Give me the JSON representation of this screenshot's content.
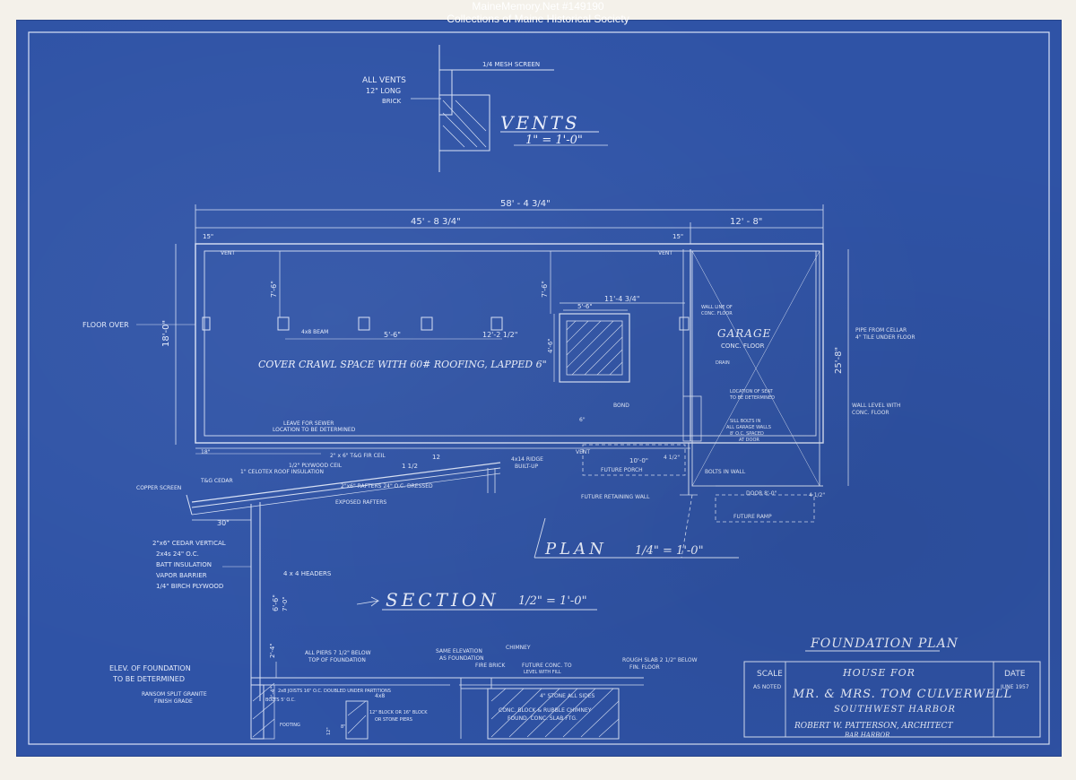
{
  "credit": {
    "line1": "MaineMemory.Net #149190",
    "line2": "Collections of Maine Historical Society"
  },
  "colors": {
    "sheet": "#2f53a6",
    "ink": "#d9e2f6",
    "paper": "#f4f1ea",
    "pencil": "#d8b35a"
  },
  "vents": {
    "title": "VENTS",
    "scale": "1\" = 1'-0\"",
    "note_all_vents": "ALL VENTS",
    "note_size": "12\" LONG",
    "note_brick": "BRICK",
    "note_screen": "1/4 MESH SCREEN"
  },
  "plan": {
    "title": "PLAN",
    "scale": "1/4\" = 1'-0\"",
    "dim_overall": "58' - 4 3/4\"",
    "dim_house": "45' - 8 3/4\"",
    "dim_garage": "12' - 8\"",
    "dim_depth": "18'-0\"",
    "dim_garage_depth": "25'-8\"",
    "dim_15_left": "15\"",
    "dim_15_right": "15\"",
    "dim_chimney": "11'-4 3/4\"",
    "dim_chimney_inner": "5'-6\"",
    "dim_7_6_left": "7'-6\"",
    "dim_7_6_right": "7'-6\"",
    "dim_pier_spacing": "5'-6\"",
    "dim_12_2": "12'-2 1/2\"",
    "dim_4_6": "4'-6\"",
    "dim_18_bottom": "18\"",
    "dim_4_half": "4 1/2\"",
    "dim_4_half_b": "4 1/2\"",
    "dim_6": "6\"",
    "label_floor_over": "FLOOR OVER",
    "label_crawl": "COVER CRAWL SPACE WITH 60# ROOFING, LAPPED 6\"",
    "label_pier": "4x8 BEAM",
    "label_vent_a": "VENT",
    "label_vent_b": "VENT",
    "label_vent_c": "VENT",
    "label_garage": "GARAGE",
    "label_conc_floor": "CONC. FLOOR",
    "label_drain": "DRAIN",
    "label_location": "LOCATION OF SEAT",
    "label_location2": "TO BE DETERMINED",
    "label_sill": "SILL BOLTS IN",
    "label_sill2": "ALL GARAGE WALLS",
    "label_sill3": "8' O.C. SPACED",
    "label_sill4": "AT DOOR",
    "label_wall_level": "WALL LEVEL WITH",
    "label_wall_level2": "CONC. FLOOR",
    "label_pipe": "PIPE FROM CELLAR",
    "label_pipe2": "4\" TILE UNDER FLOOR",
    "label_wall_line": "WALL LINE OF",
    "label_wall_line2": "CONC. FLOOR",
    "label_bond": "BOND",
    "label_bolts": "BOLTS IN WALL",
    "label_future_porch": "FUTURE PORCH",
    "label_future_wall": "FUTURE RETAINING WALL",
    "label_future_ramp": "FUTURE RAMP",
    "label_door": "DOOR 8'-0\"",
    "label_leave": "LEAVE FOR SEWER",
    "label_leave2": "LOCATION TO BE DETERMINED",
    "label_10_0": "10'-0\""
  },
  "section": {
    "title": "SECTION",
    "scale": "1/2\" = 1'-0\"",
    "label_copper": "COPPER SCREEN",
    "label_t_g": "T&G CEDAR",
    "label_insul": "1\" CELOTEX ROOF INSULATION",
    "label_ceiling": "1/2\" PLYWOOD CEIL",
    "label_rafters": "2\"x6\" RAFTERS 24\" O.C. DRESSED",
    "label_exposed": "EXPOSED RAFTERS",
    "label_4x14": "4x14 RIDGE",
    "label_build": "BUILT-UP",
    "label_30": "30\"",
    "label_12": "12",
    "label_1_half": "1 1/2",
    "label_pencil_top": "2\" x 6\" T&G FIR CEIL",
    "label_wall1": "2\"x6\" CEDAR VERTICAL",
    "label_wall2": "2x4s 24\" O.C.",
    "label_wall3": "BATT INSULATION",
    "label_wall4": "VAPOR BARRIER",
    "label_wall5": "1/4\" BIRCH PLYWOOD",
    "label_4x4": "4 x 4 HEADERS",
    "label_6_6": "6'-6\"",
    "label_7_0": "7'-0\"",
    "label_2_4": "2'-4\"",
    "label_2_4b": "2'-4\"",
    "label_elev": "ELEV. OF FOUNDATION",
    "label_elev2": "TO BE DETERMINED",
    "label_ramson": "RANSOM SPLIT GRANITE",
    "label_ramson2": "FINISH GRADE",
    "label_piers": "ALL PIERS 7 1/2\" BELOW",
    "label_piers2": "TOP OF FOUNDATION",
    "label_joists": "2x8 JOISTS 16\" O.C. DOUBLED UNDER PARTITIONS",
    "label_bolts": "BOLTS 5' O.C.",
    "label_4x8": "4x8",
    "label_block": "12\" BLOCK OR 16\" BLOCK",
    "label_block2": "OR STONE PIERS",
    "label_same": "SAME ELEVATION",
    "label_same2": "AS FOUNDATION",
    "label_chimney": "CHIMNEY",
    "label_fire": "FIRE BRICK",
    "label_future_conc": "FUTURE CONC. TO",
    "label_future_conc2": "LEVEL WITH FILL",
    "label_rough": "ROUGH SLAB 2 1/2\" BELOW",
    "label_rough2": "FIN. FLOOR",
    "label_stone": "4\" STONE ALL SIDES",
    "label_conc_block": "CONC. BLOCK & RUBBLE CHIMNEY",
    "label_footing": "FOUND. CONC. SLAB FTG.",
    "label_ftg": "FOOTING",
    "label_12_dim": "12\"",
    "label_8_dim": "8\""
  },
  "title_block": {
    "heading": "FOUNDATION PLAN",
    "house_for": "HOUSE  FOR",
    "owner": "MR. & MRS. TOM CULVERWELL",
    "location": "SOUTHWEST HARBOR",
    "architect": "ROBERT W. PATTERSON, ARCHITECT",
    "architect_loc": "BAR HARBOR",
    "scale_label": "SCALE",
    "scale_value": "AS NOTED",
    "date_label": "DATE",
    "date_value": "JUNE 1957"
  }
}
